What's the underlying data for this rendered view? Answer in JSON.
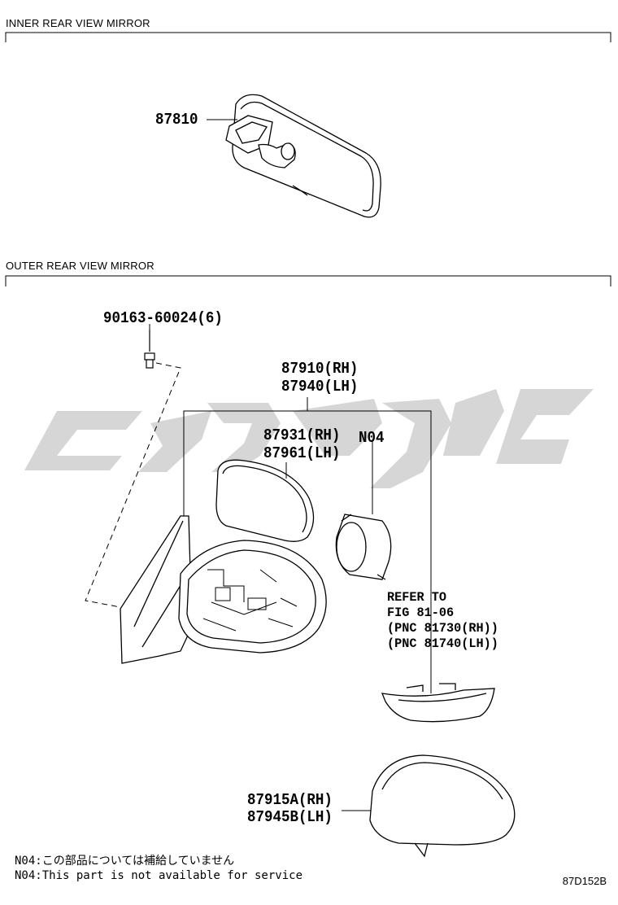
{
  "sections": {
    "inner_title": "INNER REAR VIEW MIRROR",
    "outer_title": "OUTER REAR VIEW MIRROR"
  },
  "parts": {
    "inner_mirror": "87810",
    "bolt": "90163-60024(6)",
    "outer_assembly_rh": "87910(RH)",
    "outer_assembly_lh": "87940(LH)",
    "mirror_glass_rh": "87931(RH)",
    "mirror_glass_lh": "87961(LH)",
    "n04_marker": "N04",
    "cover_rh": "87915A(RH)",
    "cover_lh": "87945B(LH)"
  },
  "reference": {
    "line1": "REFER TO",
    "line2": "FIG 81-06",
    "line3": "(PNC 81730(RH))",
    "line4": "(PNC 81740(LH))"
  },
  "notes": {
    "n04_jp": "N04:この部品については補給していません",
    "n04_en": "N04:This part is not available for service"
  },
  "drawing_code": "87D152B",
  "colors": {
    "line": "#000000",
    "watermark": "#c8c8c8"
  }
}
